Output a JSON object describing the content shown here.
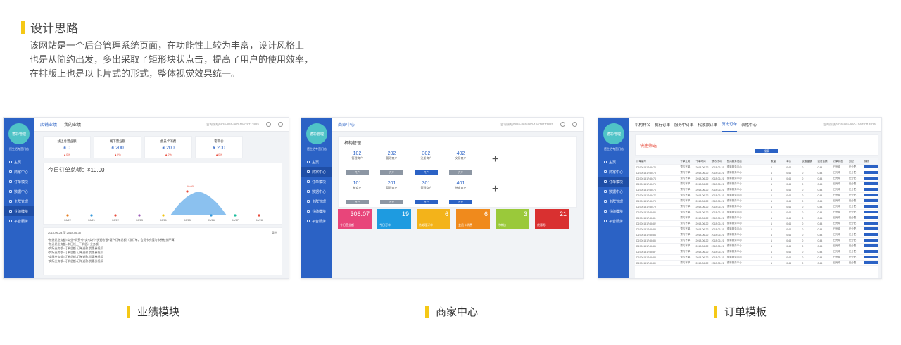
{
  "intro": {
    "title": "设计思路",
    "lines": [
      "该网站是一个后台管理系统页面，在功能性上较为丰富，设计风格上",
      "也是从简约出发，多出采取了矩形块状点击，提高了用户的使用效率，",
      "在排版上也是以卡片式的形式，整体视觉效果统一。"
    ]
  },
  "captions": [
    "业绩模块",
    "商家中心",
    "订单模板"
  ],
  "colors": {
    "accent": "#f5c816",
    "sidebar": "#2b62c5",
    "brand": "#2b62c5"
  },
  "shot1": {
    "logo": "德彩管理",
    "shop": "德生活专营门店",
    "nav": [
      "主页",
      "商家中心",
      "订单模块",
      "数据中心",
      "卡群管理",
      "业绩模块",
      "平台服务"
    ],
    "tabs": [
      "店铺业绩",
      "我的业绩"
    ],
    "topinfo": "咨询热线0826-865-960-15678713825",
    "kpis": [
      {
        "label": "线上总营业额",
        "value": "¥ 0",
        "change": "▲0%"
      },
      {
        "label": "线下营业额",
        "value": "¥ 200",
        "change": "▲0%"
      },
      {
        "label": "会员卡消费",
        "value": "¥ 200",
        "change": "▲0%"
      },
      {
        "label": "客单价",
        "value": "¥ 200",
        "change": "▲0%"
      }
    ],
    "today": "今日订单总额：¥10.00",
    "dates": [
      "06/22",
      "06/21",
      "06/22",
      "06/23",
      "06/21",
      "06/25",
      "05/26",
      "06/27",
      "06/28"
    ],
    "peak": "10.00",
    "notes": [
      "*统计总业务额=商业+消费+外卖+实付+快速收银+客户订单总额（非订单，会员卡充值与卡券核销不算）",
      "*统计总业务额=本日线上下单总计业务额",
      "*实际业务额=订单总额-订单退款-优惠券抵扣",
      "*实际业务额=订单总额-订单退款-优惠券抵扣",
      "*实际业务额=订单总额-订单退款-优惠券抵扣",
      "*实际业务额=订单总额-订单退款-优惠券抵扣"
    ],
    "range": "2018-06-24  至  2018-06-30",
    "export": "导出"
  },
  "shot2": {
    "tab": "商家中心",
    "section": "机构管理",
    "modules": [
      {
        "n": "102",
        "l": "管理商户",
        "s": "开户"
      },
      {
        "n": "202",
        "l": "管理商户",
        "s": "开户"
      },
      {
        "n": "302",
        "l": "注册商户",
        "s": "开户"
      },
      {
        "n": "402",
        "l": "交易商户",
        "s": "开户"
      },
      {
        "n": "101",
        "l": "新商户",
        "s": "开户"
      },
      {
        "n": "201",
        "l": "管理商户",
        "s": "开户"
      },
      {
        "n": "301",
        "l": "管理商户",
        "s": "开户"
      },
      {
        "n": "401",
        "l": "待审商户",
        "s": "开户"
      }
    ],
    "tiles": [
      {
        "n": "306.07",
        "s": "今日营业额",
        "c": "#e8457a"
      },
      {
        "n": "19",
        "s": "今日订单",
        "c": "#1e9be0"
      },
      {
        "n": "6",
        "s": "待处理订单",
        "c": "#f3b31a"
      },
      {
        "n": "6",
        "s": "会员卡消费",
        "c": "#f08a1c"
      },
      {
        "n": "3",
        "s": "待审核",
        "c": "#9ac93a"
      },
      {
        "n": "21",
        "s": "优惠券",
        "c": "#d93030"
      }
    ]
  },
  "shot3": {
    "tabs": [
      "机构排名",
      "执行订单",
      "服务中订单",
      "代收款订单",
      "历史订单",
      "表格中心"
    ],
    "filter": "快速筛选",
    "search": "搜索",
    "headers": [
      "订单编号",
      "下单业务",
      "下单时间",
      "预约时间",
      "预约服务门店",
      "数量",
      "单价",
      "优惠金额",
      "实付金额",
      "订单状态",
      "分配",
      "操作"
    ],
    "rows": [
      [
        "D1906151748472",
        "预约下单",
        "2018-06-22",
        "2018-06-21",
        "德彩服务中心",
        "1",
        "0.44",
        "0",
        "0.44",
        "已完成",
        "已分配"
      ],
      [
        "D1906151748473",
        "预约下单",
        "2018-06-22",
        "2018-06-21",
        "德彩服务中心",
        "1",
        "0.44",
        "0",
        "0.44",
        "已完成",
        "已分配"
      ],
      [
        "D1906151748474",
        "预约下单",
        "2018-06-22",
        "2018-06-21",
        "德彩服务中心",
        "1",
        "0.44",
        "0",
        "0.44",
        "已完成",
        "已分配"
      ],
      [
        "D1906151748475",
        "预约下单",
        "2018-06-22",
        "2018-06-21",
        "德彩服务中心",
        "1",
        "0.44",
        "0",
        "0.44",
        "已完成",
        "已分配"
      ],
      [
        "D1906151748476",
        "预约下单",
        "2018-06-22",
        "2018-06-21",
        "德彩服务中心",
        "1",
        "0.44",
        "0",
        "0.44",
        "已完成",
        "已分配"
      ],
      [
        "D1906151748477",
        "预约下单",
        "2018-06-22",
        "2018-06-21",
        "德彩服务中心",
        "1",
        "0.44",
        "0",
        "0.44",
        "已完成",
        "已分配"
      ],
      [
        "D1906151748478",
        "预约下单",
        "2018-06-22",
        "2018-06-21",
        "德彩服务中心",
        "1",
        "0.44",
        "0",
        "0.44",
        "已完成",
        "已分配"
      ],
      [
        "D1906151748479",
        "预约下单",
        "2018-06-22",
        "2018-06-21",
        "德彩服务中心",
        "1",
        "0.44",
        "0",
        "0.44",
        "已完成",
        "已分配"
      ],
      [
        "D1906151748480",
        "预约下单",
        "2018-06-22",
        "2018-06-21",
        "德彩服务中心",
        "1",
        "0.44",
        "0",
        "0.44",
        "已完成",
        "已分配"
      ],
      [
        "D1906151748481",
        "预约下单",
        "2018-06-22",
        "2018-06-21",
        "德彩服务中心",
        "1",
        "0.44",
        "0",
        "0.44",
        "已完成",
        "已分配"
      ],
      [
        "D1906151748482",
        "预约下单",
        "2018-06-22",
        "2018-06-21",
        "德彩服务中心",
        "1",
        "0.44",
        "0",
        "0.44",
        "已完成",
        "已分配"
      ],
      [
        "D1906151748483",
        "预约下单",
        "2018-06-22",
        "2018-06-21",
        "德彩服务中心",
        "1",
        "0.44",
        "0",
        "0.44",
        "已完成",
        "已分配"
      ],
      [
        "D1906151748484",
        "预约下单",
        "2018-06-22",
        "2018-06-21",
        "德彩服务中心",
        "1",
        "0.44",
        "0",
        "0.44",
        "已完成",
        "已分配"
      ],
      [
        "D1906151748485",
        "预约下单",
        "2018-06-22",
        "2018-06-21",
        "德彩服务中心",
        "1",
        "0.44",
        "0",
        "0.44",
        "已完成",
        "已分配"
      ],
      [
        "D1906151748486",
        "预约下单",
        "2018-06-22",
        "2018-06-21",
        "德彩服务中心",
        "1",
        "0.44",
        "0",
        "0.44",
        "已完成",
        "已分配"
      ],
      [
        "D1906151748487",
        "预约下单",
        "2018-06-22",
        "2018-06-21",
        "德彩服务中心",
        "1",
        "0.44",
        "0",
        "0.44",
        "已完成",
        "已分配"
      ],
      [
        "D1906151748488",
        "预约下单",
        "2018-06-22",
        "2018-06-21",
        "德彩服务中心",
        "1",
        "0.44",
        "0",
        "0.44",
        "已完成",
        "已分配"
      ],
      [
        "D1906151748489",
        "预约下单",
        "2018-06-22",
        "2018-06-21",
        "德彩服务中心",
        "1",
        "0.44",
        "0",
        "0.44",
        "已完成",
        "已分配"
      ]
    ]
  }
}
